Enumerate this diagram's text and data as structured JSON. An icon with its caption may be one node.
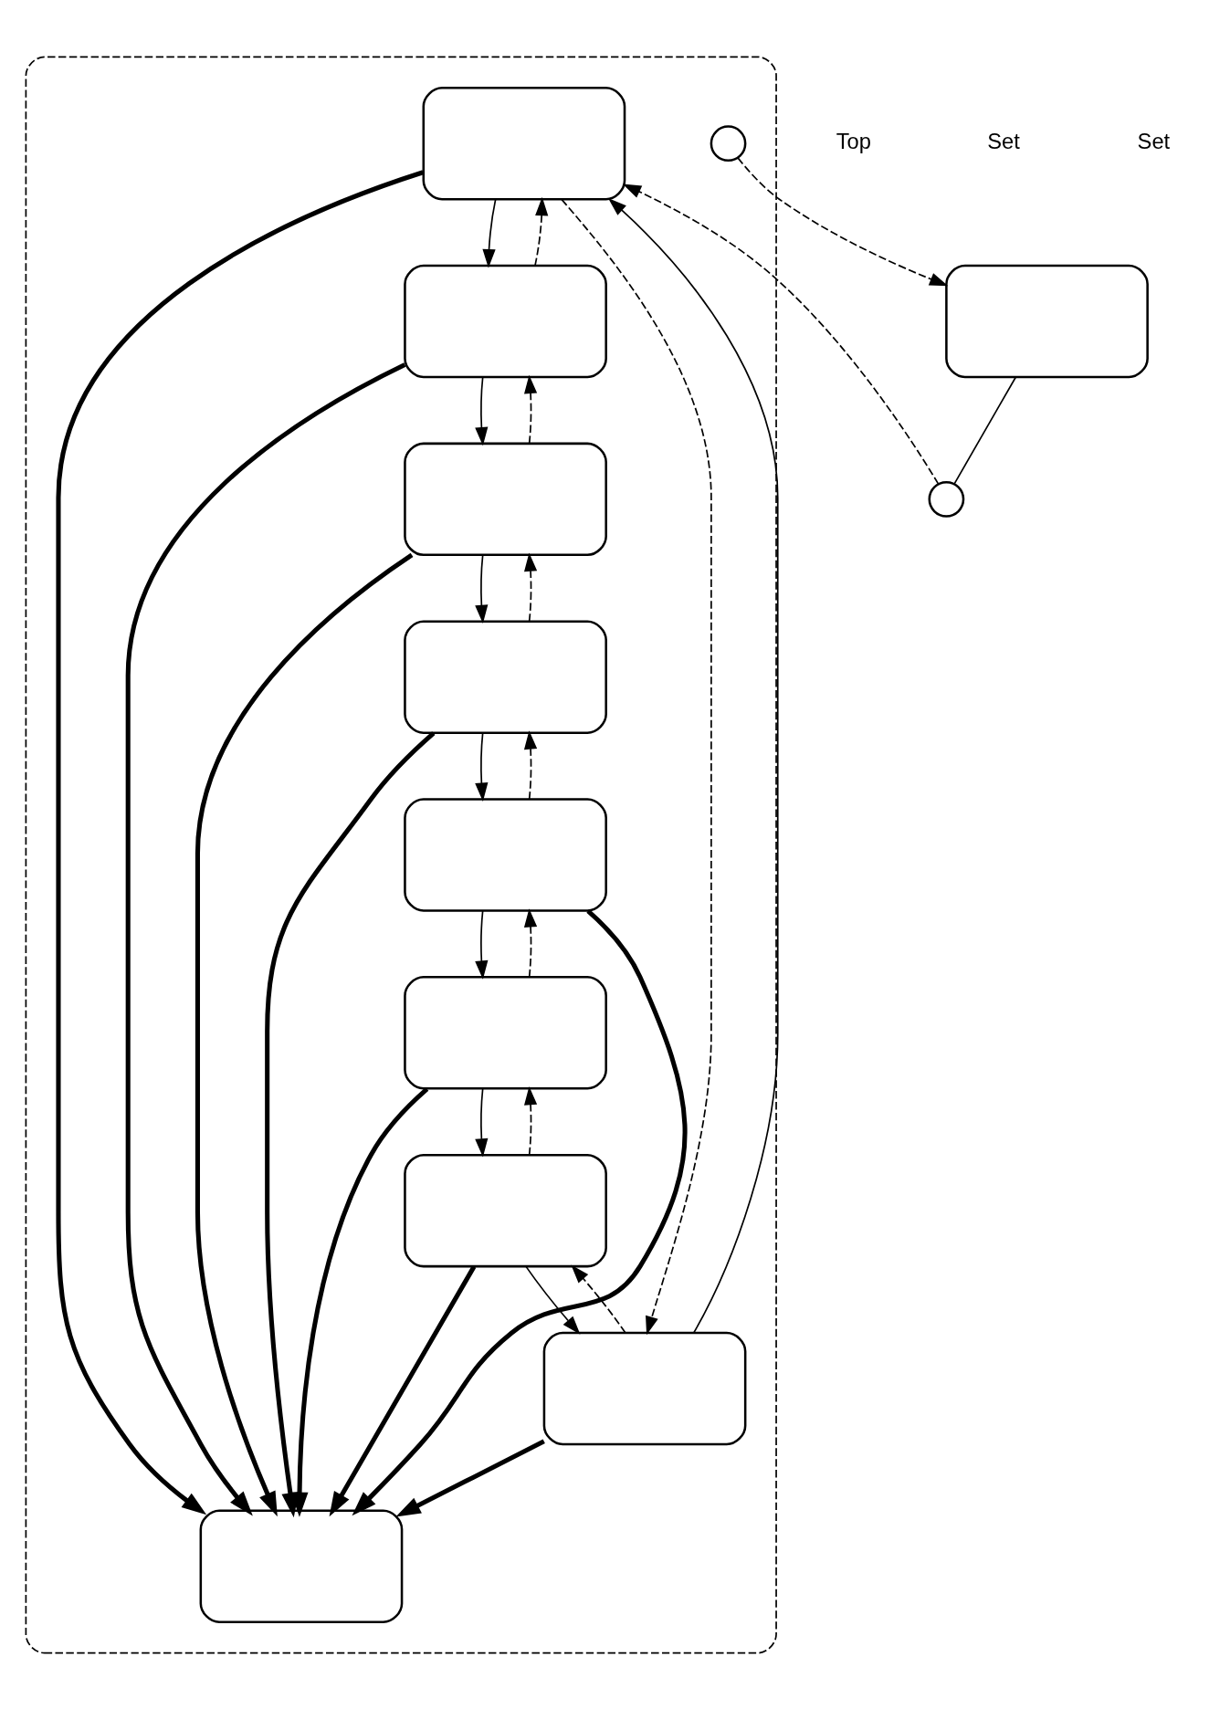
{
  "diagram": {
    "nodes": [
      {
        "text": [],
        "shape": "box"
      },
      {
        "text": [],
        "shape": "circle"
      },
      {
        "text": [],
        "shape": "box"
      },
      {
        "text": [],
        "shape": "box",
        "in": 2
      },
      {
        "text": [],
        "shape": "box",
        "in": 2
      },
      {
        "text": [],
        "shape": "box",
        "in": 2
      },
      {
        "text": [],
        "shape": "box",
        "in": 2
      },
      {
        "text": [],
        "shape": "box",
        "in": 2
      },
      {
        "text": [],
        "shape": "circle",
        "in": 2
      },
      {
        "text": [],
        "shape": "box",
        "in": 2
      },
      {
        "text": [],
        "shape": "box",
        "in": 2
      },
      {
        "text": [],
        "shape": "box",
        "in": 2
      },
      {
        "text": [],
        "shape": "box",
        "in": 2
      }
    ],
    "edges": [
      {
        "from": 0,
        "to": 1,
        "arrow": "none"
      },
      {
        "from": 1,
        "to": 3,
        "arrow": "to",
        "style": "dashed"
      },
      {
        "from": 8,
        "to": 0,
        "arrow": "to",
        "style": "dashed"
      },
      {
        "from": 3,
        "to": 4,
        "arrow": "to"
      },
      {
        "from": 4,
        "to": 3,
        "arrow": "to",
        "style": "dashed"
      },
      {
        "from": 4,
        "to": 6,
        "arrow": "to"
      },
      {
        "from": 6,
        "to": 4,
        "arrow": "to",
        "style": "dashed"
      },
      {
        "from": 6,
        "to": 10,
        "arrow": "to"
      },
      {
        "from": 10,
        "to": 6,
        "arrow": "to",
        "style": "dashed"
      },
      {
        "from": 10,
        "to": 12,
        "arrow": "to"
      },
      {
        "from": 12,
        "to": 10,
        "arrow": "to",
        "style": "dashed"
      },
      {
        "from": 12,
        "to": 11,
        "arrow": "to"
      },
      {
        "from": 11,
        "to": 12,
        "arrow": "to",
        "style": "dashed"
      },
      {
        "from": 11,
        "to": 9,
        "arrow": "to"
      },
      {
        "from": 9,
        "to": 11,
        "arrow": "to",
        "style": "dashed"
      },
      {
        "from": 9,
        "to": 5,
        "arrow": "to"
      },
      {
        "from": 5,
        "to": 9,
        "arrow": "to",
        "style": "dashed"
      },
      {
        "from": 5,
        "to": 3,
        "arrow": "to"
      },
      {
        "from": 3,
        "to": 5,
        "arrow": "to",
        "style": "dashed"
      },
      {
        "from": 3,
        "to": 7,
        "arrow": "to",
        "style": "thick"
      },
      {
        "from": 4,
        "to": 7,
        "arrow": "to",
        "style": "thick"
      },
      {
        "from": 5,
        "to": 7,
        "arrow": "to",
        "style": "thick"
      },
      {
        "from": 6,
        "to": 7,
        "arrow": "to",
        "style": "thick"
      },
      {
        "from": 9,
        "to": 7,
        "arrow": "to",
        "style": "thick"
      },
      {
        "from": 10,
        "to": 7,
        "arrow": "to",
        "style": "thick"
      },
      {
        "from": 11,
        "to": 7,
        "arrow": "to",
        "style": "thick"
      },
      {
        "from": 12,
        "to": 7,
        "arrow": "to",
        "style": "thick"
      }
    ],
    "labels": [
      "Top",
      "Set",
      "Set"
    ]
  }
}
